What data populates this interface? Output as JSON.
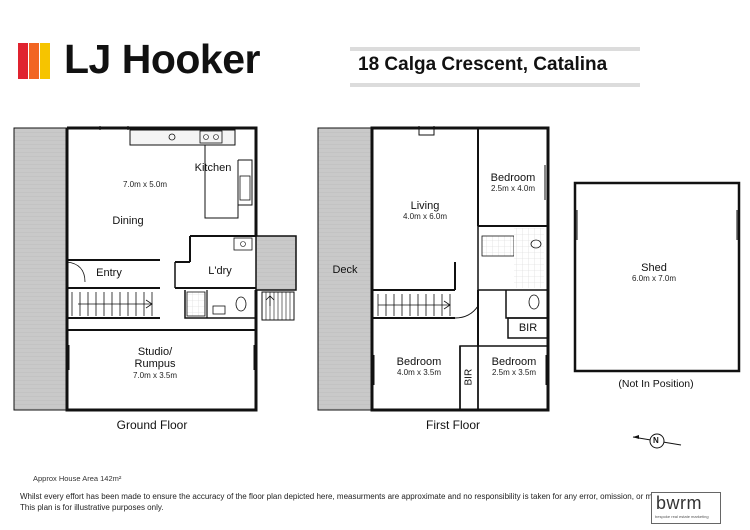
{
  "brand": {
    "name": "LJ Hooker",
    "colors": {
      "red": "#e0232f",
      "orange": "#f26522",
      "yellow": "#f6c400",
      "dark": "#111111"
    }
  },
  "property": {
    "address": "18 Calga Crescent, Catalina"
  },
  "ground_floor": {
    "title": "Ground Floor",
    "rooms": [
      {
        "name": "Kitchen",
        "dims": ""
      },
      {
        "name": "Dining",
        "dims": "7.0m x 5.0m"
      },
      {
        "name": "Entry",
        "dims": ""
      },
      {
        "name": "L'dry",
        "dims": ""
      },
      {
        "name": "Studio/",
        "name2": "Rumpus",
        "dims": "7.0m x 3.5m"
      }
    ]
  },
  "first_floor": {
    "title": "First Floor",
    "rooms": [
      {
        "name": "Deck",
        "dims": ""
      },
      {
        "name": "Living",
        "dims": "4.0m x 6.0m"
      },
      {
        "name": "Bedroom",
        "dims": "2.5m x 4.0m"
      },
      {
        "name": "BIR",
        "dims": ""
      },
      {
        "name": "Bedroom",
        "dims": "4.0m x 3.5m"
      },
      {
        "name": "BIR",
        "dims": ""
      },
      {
        "name": "Bedroom",
        "dims": "2.5m x 3.5m"
      }
    ]
  },
  "shed": {
    "name": "Shed",
    "dims": "6.0m x 7.0m",
    "note": "(Not In Position)"
  },
  "compass": {
    "label": "N",
    "icon": "north-arrow-icon"
  },
  "footer": {
    "area": "Approx House Area 142m²",
    "disclaimer1": "Whilst every effort has been made to ensure the accuracy of the floor plan depicted here, measurments are approximate and no responsibility is taken for any error, omission, or mis statement.",
    "disclaimer2": "This plan is for illustrative purposes only.",
    "badge_text": "bwrm",
    "badge_sub": "bespoke real estate marketing"
  }
}
